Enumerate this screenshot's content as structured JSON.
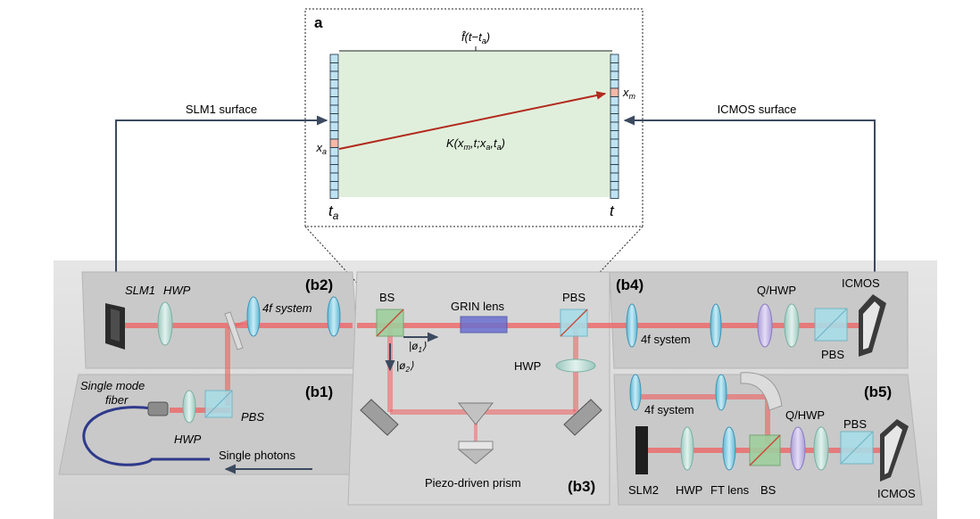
{
  "panel_a": {
    "letter": "a",
    "propagator_top": "f̂(t−t",
    "propagator_top_sub": "a",
    "propagator_top_end": ")",
    "kernel_main": "K(x",
    "kernel_sub1": "m",
    "kernel_mid1": ",t;x",
    "kernel_sub2": "a",
    "kernel_mid2": ",t",
    "kernel_sub3": "a",
    "kernel_end": ")",
    "left_pos": "x",
    "left_pos_sub": "a",
    "right_pos": "x",
    "right_pos_sub": "m",
    "left_time": "t",
    "left_time_sub": "a",
    "right_time": "t"
  },
  "connectors": {
    "left_label": "SLM1 surface",
    "right_label": "ICMOS surface"
  },
  "panel_b1": {
    "label": "(b1)",
    "fiber_line1": "Single mode",
    "fiber_line2": "fiber",
    "hwp": "HWP",
    "pbs": "PBS",
    "source": "Single photons"
  },
  "panel_b2": {
    "label": "(b2)",
    "slm": "SLM1",
    "hwp": "HWP",
    "system": "4f system"
  },
  "panel_b3": {
    "label": "(b3)",
    "bs": "BS",
    "grin": "GRIN lens",
    "pbs": "PBS",
    "hwp": "HWP",
    "state1": "|ø",
    "state1_sub": "1",
    "state1_end": "⟩",
    "state2": "|ø",
    "state2_sub": "2",
    "state2_end": "⟩",
    "prism": "Piezo-driven prism"
  },
  "panel_b4": {
    "label": "(b4)",
    "qhwp": "Q/HWP",
    "icmos": "ICMOS",
    "system": "4f system",
    "pbs": "PBS"
  },
  "panel_b5": {
    "label": "(b5)",
    "system": "4f system",
    "qhwp": "Q/HWP",
    "pbs": "PBS",
    "slm": "SLM2",
    "hwp": "HWP",
    "ft_lens": "FT lens",
    "bs": "BS",
    "icmos": "ICMOS"
  },
  "colors": {
    "beam": "#f06060",
    "lens": "#8ecfe0",
    "inset_fill": "#e0efdc",
    "pixel": "#bfe3f3",
    "highlight_pixel": "#f6b8a8",
    "trajectory": "#b22a1e",
    "connector": "#3c4a60",
    "table": "#cfcfcf"
  }
}
